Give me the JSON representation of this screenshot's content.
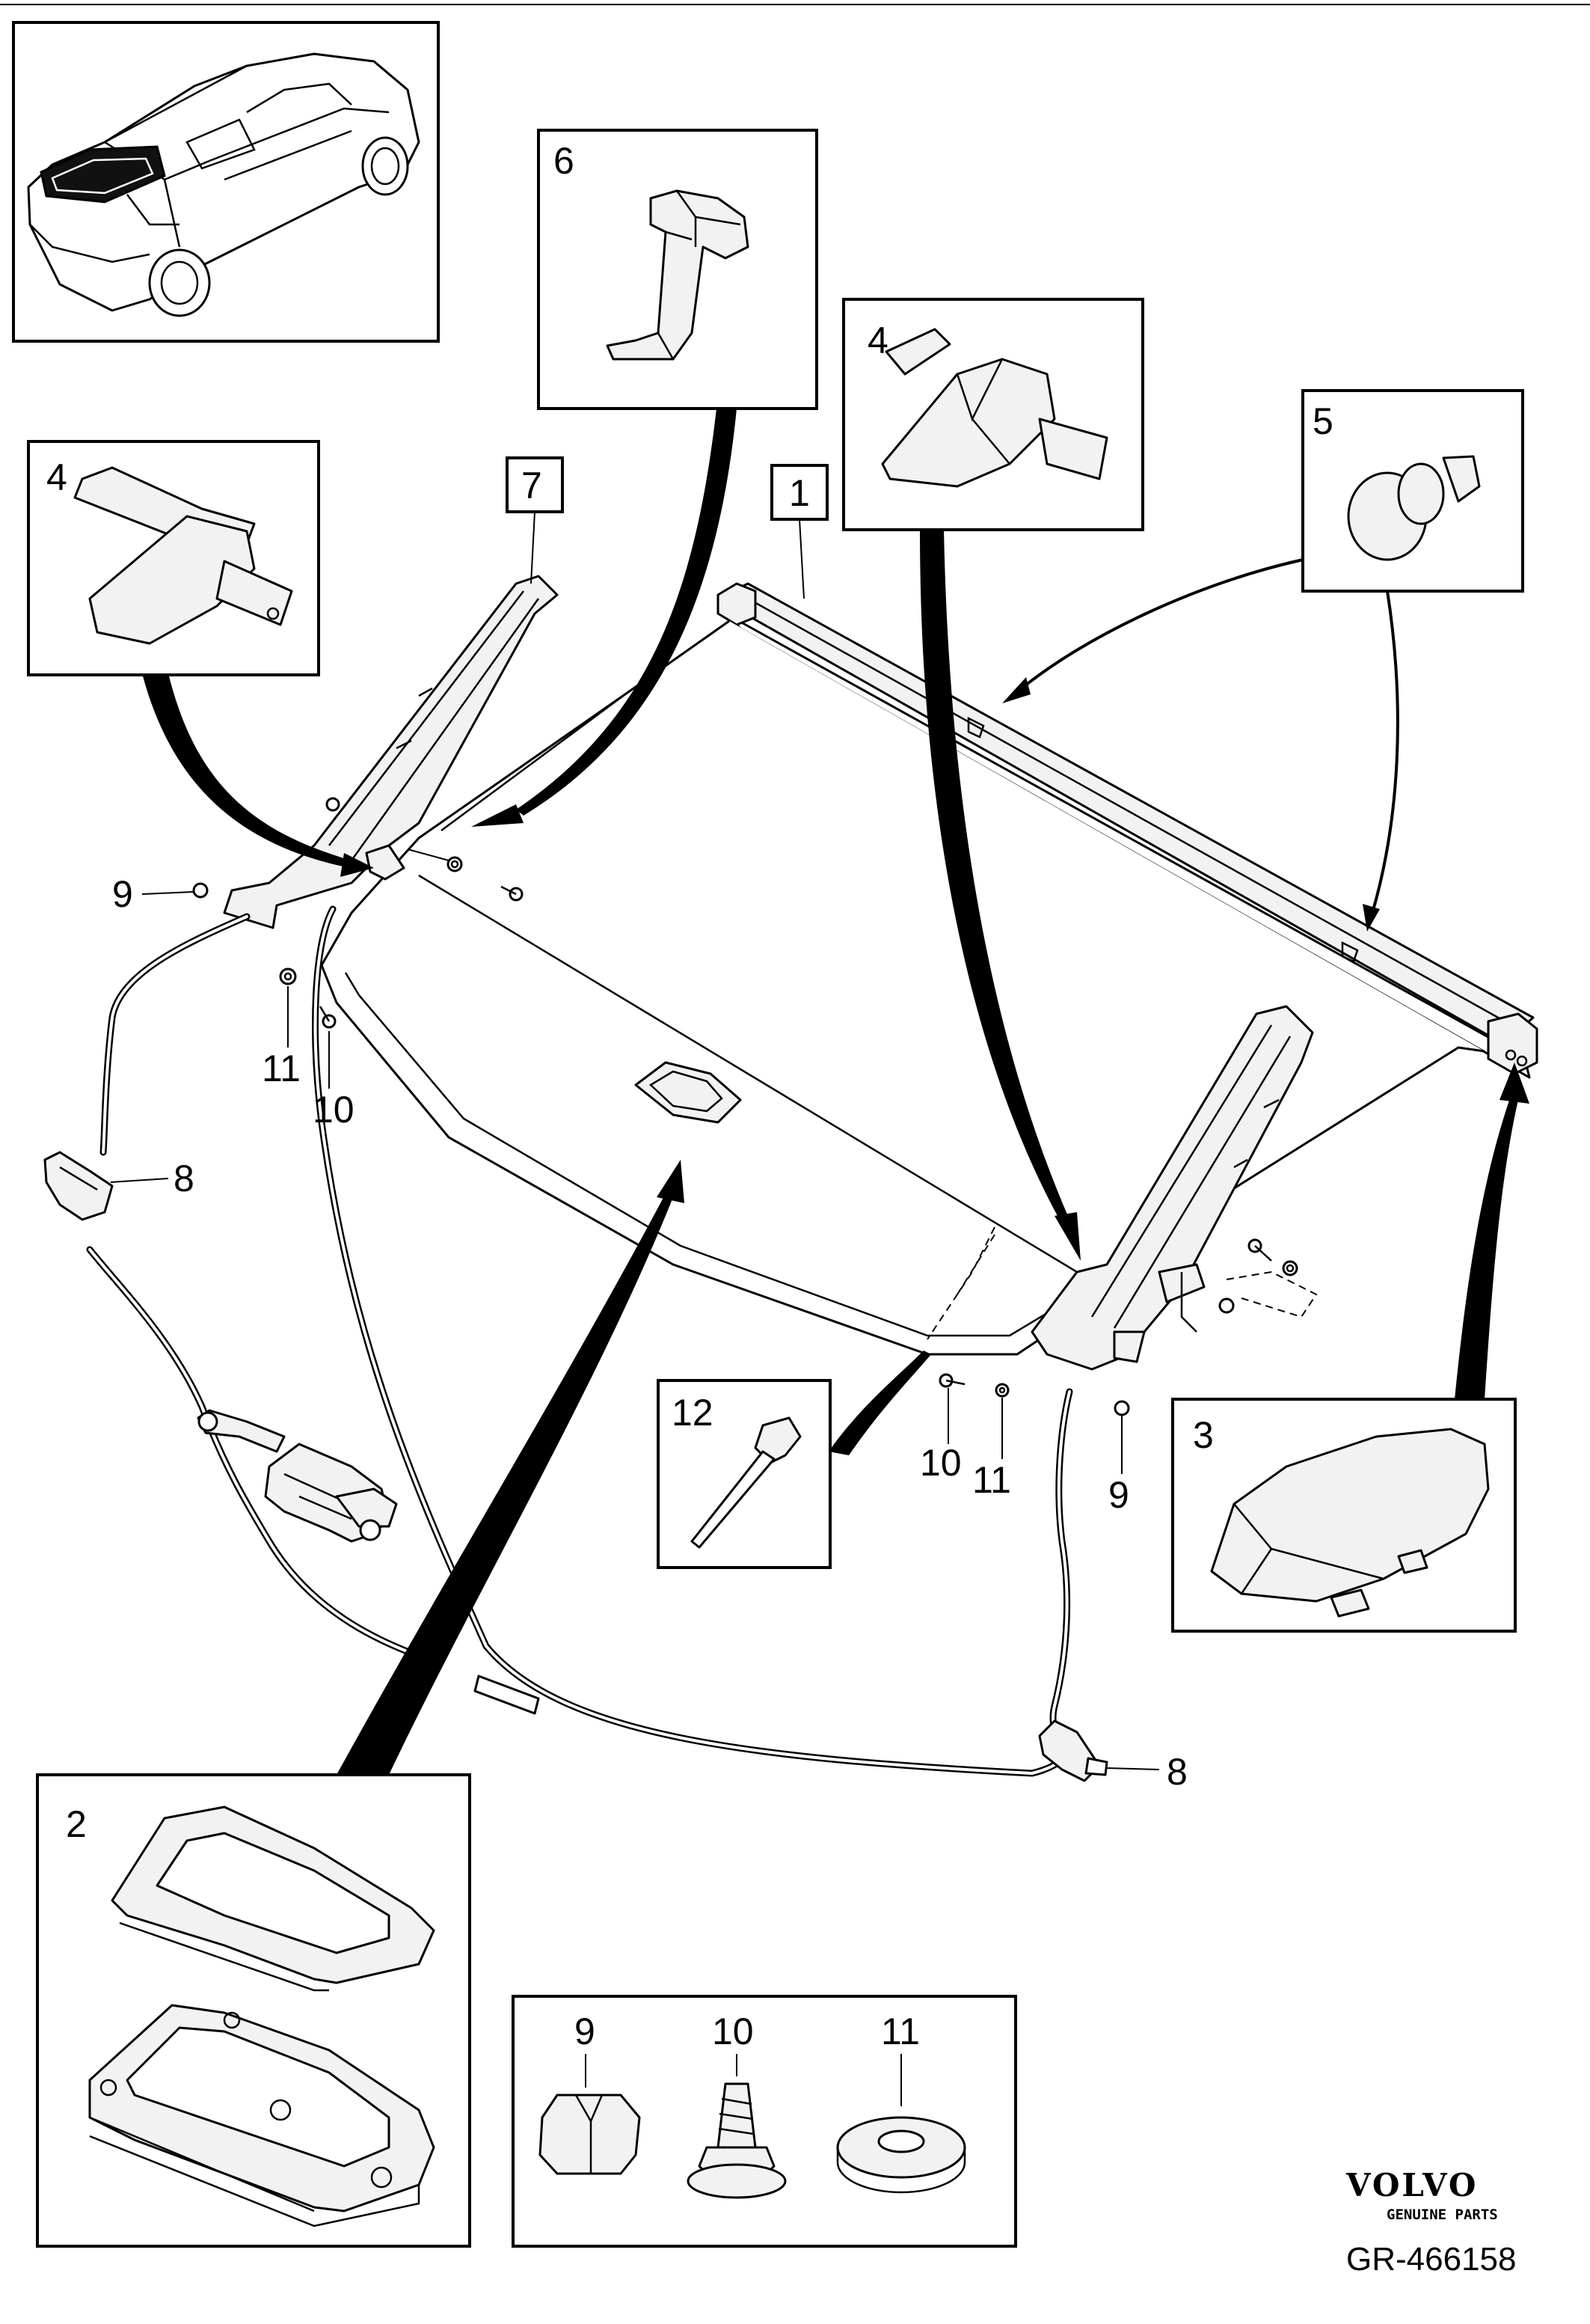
{
  "callouts": {
    "c1": "1",
    "c2": "2",
    "c3": "3",
    "c4_left": "4",
    "c4_right": "4",
    "c5": "5",
    "c6": "6",
    "c7": "7",
    "c8_left": "8",
    "c8_right": "8",
    "c9_left": "9",
    "c9_right": "9",
    "c9_detail": "9",
    "c10_left": "10",
    "c10_right": "10",
    "c10_detail": "10",
    "c11_left": "11",
    "c11_right": "11",
    "c11_detail": "11",
    "c12": "12"
  },
  "branding": {
    "brand_name": "VOLVO",
    "brand_tagline": "GENUINE PARTS",
    "drawing_ref": "GR-466158"
  }
}
